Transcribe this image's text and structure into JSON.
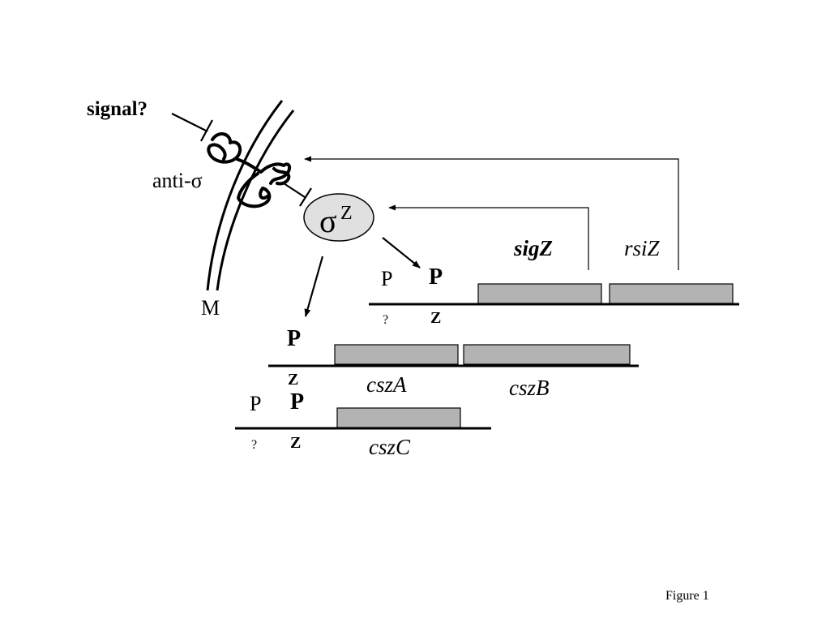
{
  "labels": {
    "signal": "signal?",
    "anti_sigma": "anti-σ",
    "membrane": "M",
    "sigma_symbol": "σ",
    "sigma_superscript": "Z",
    "figure_caption": "Figure 1"
  },
  "operon_top": {
    "promoter_unknown": "P",
    "promoter_unknown_sub": "?",
    "promoter_z": "P",
    "promoter_z_sub": "Z",
    "gene1": "sigZ",
    "gene2": "rsiZ"
  },
  "operon_middle": {
    "promoter_z": "P",
    "promoter_z_sub": "Z",
    "gene1": "cszA",
    "gene2": "cszB"
  },
  "operon_bottom": {
    "promoter_unknown": "P",
    "promoter_unknown_sub": "?",
    "promoter_z": "P",
    "promoter_z_sub": "Z",
    "gene1": "cszC"
  },
  "colors": {
    "gene_fill": "#b3b3b3",
    "sigma_fill": "#e0e0e0",
    "ink": "#000000"
  }
}
